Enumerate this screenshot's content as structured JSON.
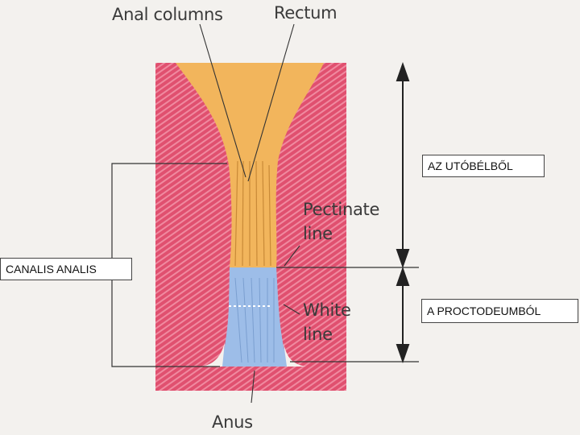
{
  "labels": {
    "anal_columns": "Anal columns",
    "rectum": "Rectum",
    "pectinate_line": "Pectinate\nline",
    "white_line": "White\nline",
    "anus": "Anus"
  },
  "boxes": {
    "hindgut": "AZ UTÓBÉLBŐL",
    "canal": "CANALIS ANALIS",
    "proctodeum": "A PROCTODEUMBÓL"
  },
  "colors": {
    "wall": "#e0506f",
    "rectum": "#f2b55c",
    "anal_canal": "#9dbde8"
  }
}
